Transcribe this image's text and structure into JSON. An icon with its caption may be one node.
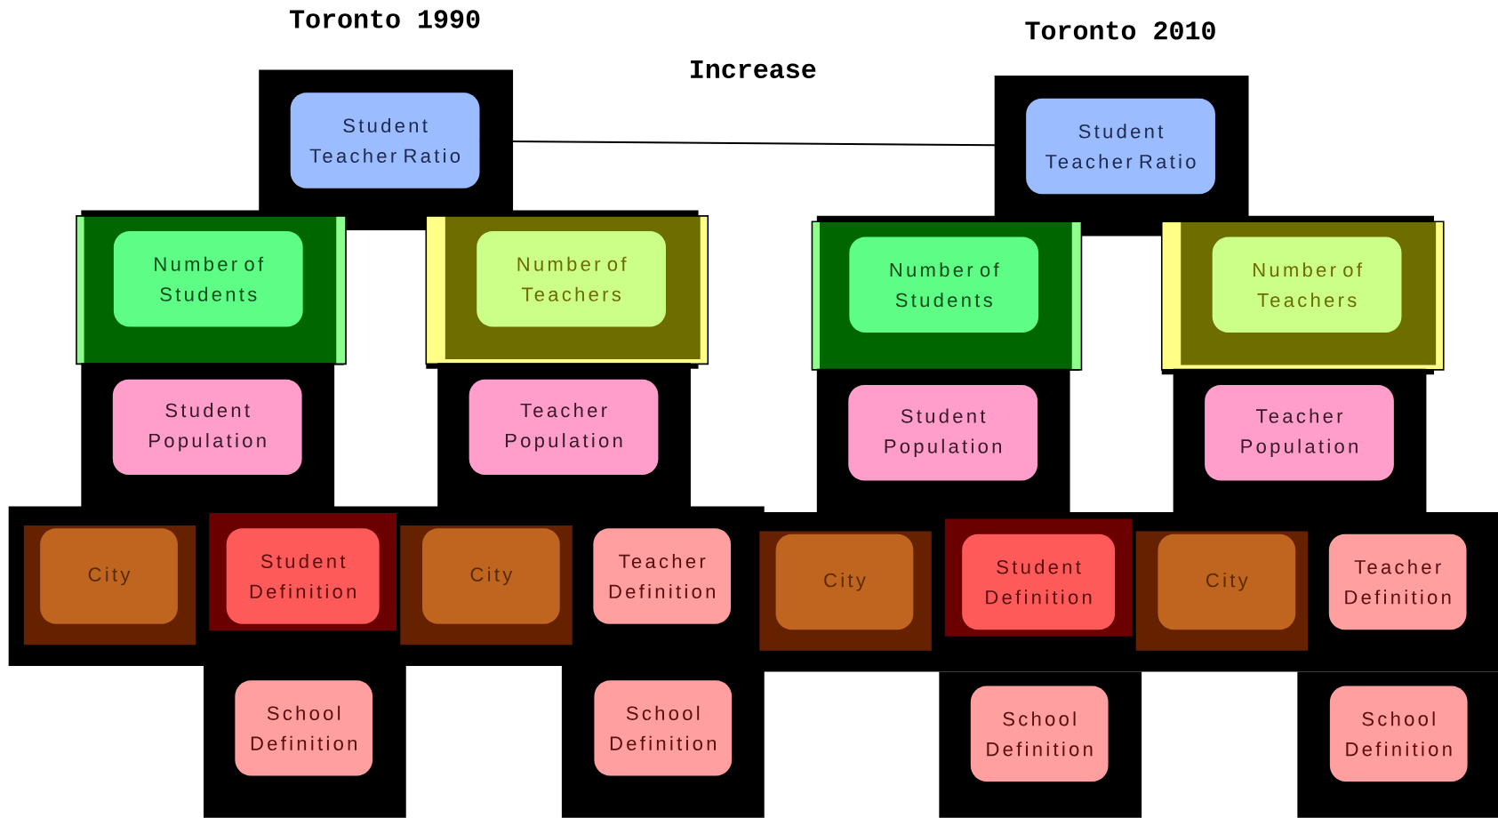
{
  "diagram": {
    "nodes": [
      {
        "text": [
          "Student Teacher Ratio"
        ]
      },
      {
        "text": [
          "Number of Students"
        ]
      },
      {
        "text": [
          "Number of Teachers"
        ]
      },
      {
        "text": [
          "Student Population"
        ]
      },
      {
        "text": [
          "Teacher Population"
        ]
      },
      {
        "text": [
          "City"
        ]
      },
      {
        "text": [
          "Student Definition"
        ]
      },
      {
        "text": [
          "City"
        ]
      },
      {
        "text": [
          "Teacher Definition"
        ]
      },
      {
        "text": [
          "School Definition"
        ]
      },
      {
        "text": [
          "School Definition"
        ]
      },
      {
        "text": [
          "Student Teacher Ratio"
        ]
      },
      {
        "text": [
          "Number of Students"
        ]
      },
      {
        "text": [
          "Number of Teachers"
        ]
      },
      {
        "text": [
          "Student Population"
        ]
      },
      {
        "text": [
          "Teacher Population"
        ]
      },
      {
        "text": [
          "City"
        ]
      },
      {
        "text": [
          "Student Definition"
        ]
      },
      {
        "text": [
          "City"
        ]
      },
      {
        "text": [
          "Teacher Definition"
        ]
      },
      {
        "text": [
          "School Definition"
        ]
      },
      {
        "text": [
          "School Definition"
        ]
      }
    ],
    "edges": [
      {
        "from": 0,
        "to": 11,
        "arrow": "none",
        "label": "Increase"
      }
    ],
    "labels": [
      "Toronto 1990",
      "Toronto 2010"
    ]
  }
}
